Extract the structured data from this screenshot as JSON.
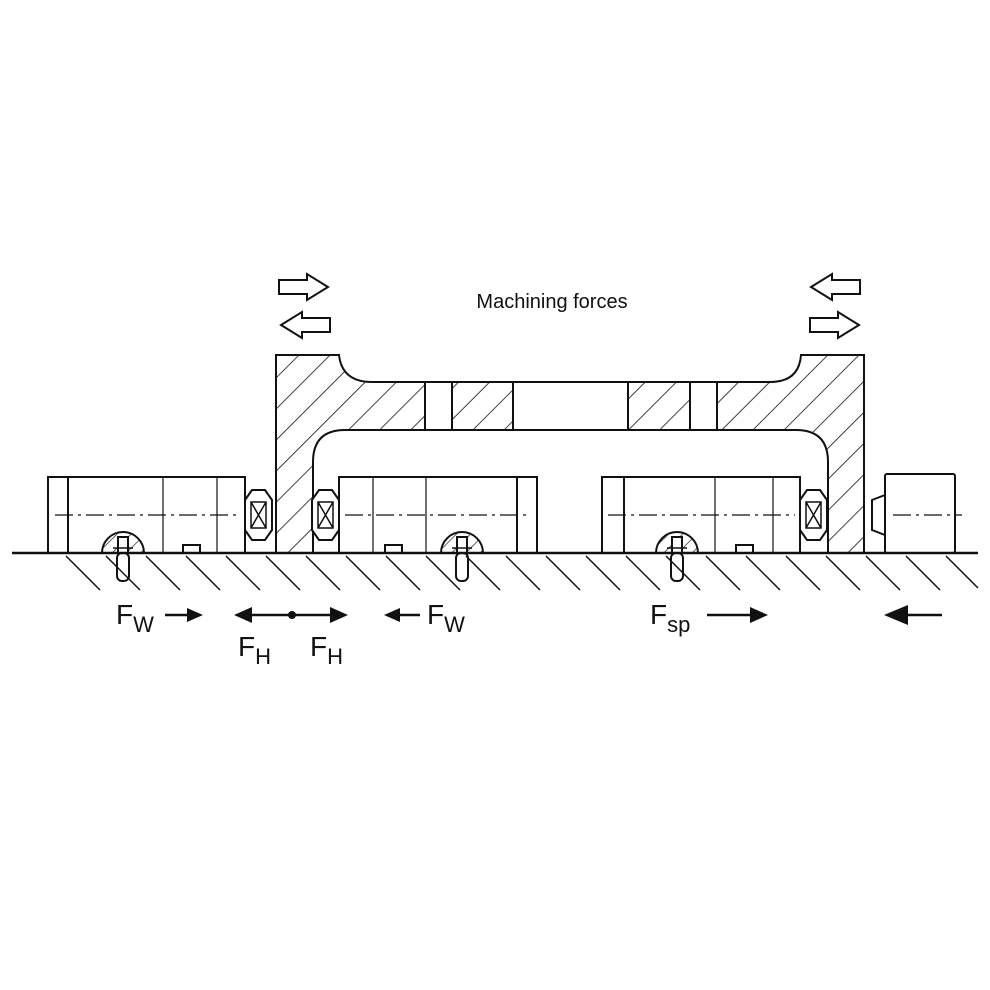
{
  "caption": "Machining forces",
  "labels": {
    "fw_main": "F",
    "fw_sub": "W",
    "fh_main": "F",
    "fh_sub": "H",
    "fsp_main": "F",
    "fsp_sub": "sp"
  },
  "colors": {
    "line": "#111111",
    "background": "#ffffff"
  }
}
